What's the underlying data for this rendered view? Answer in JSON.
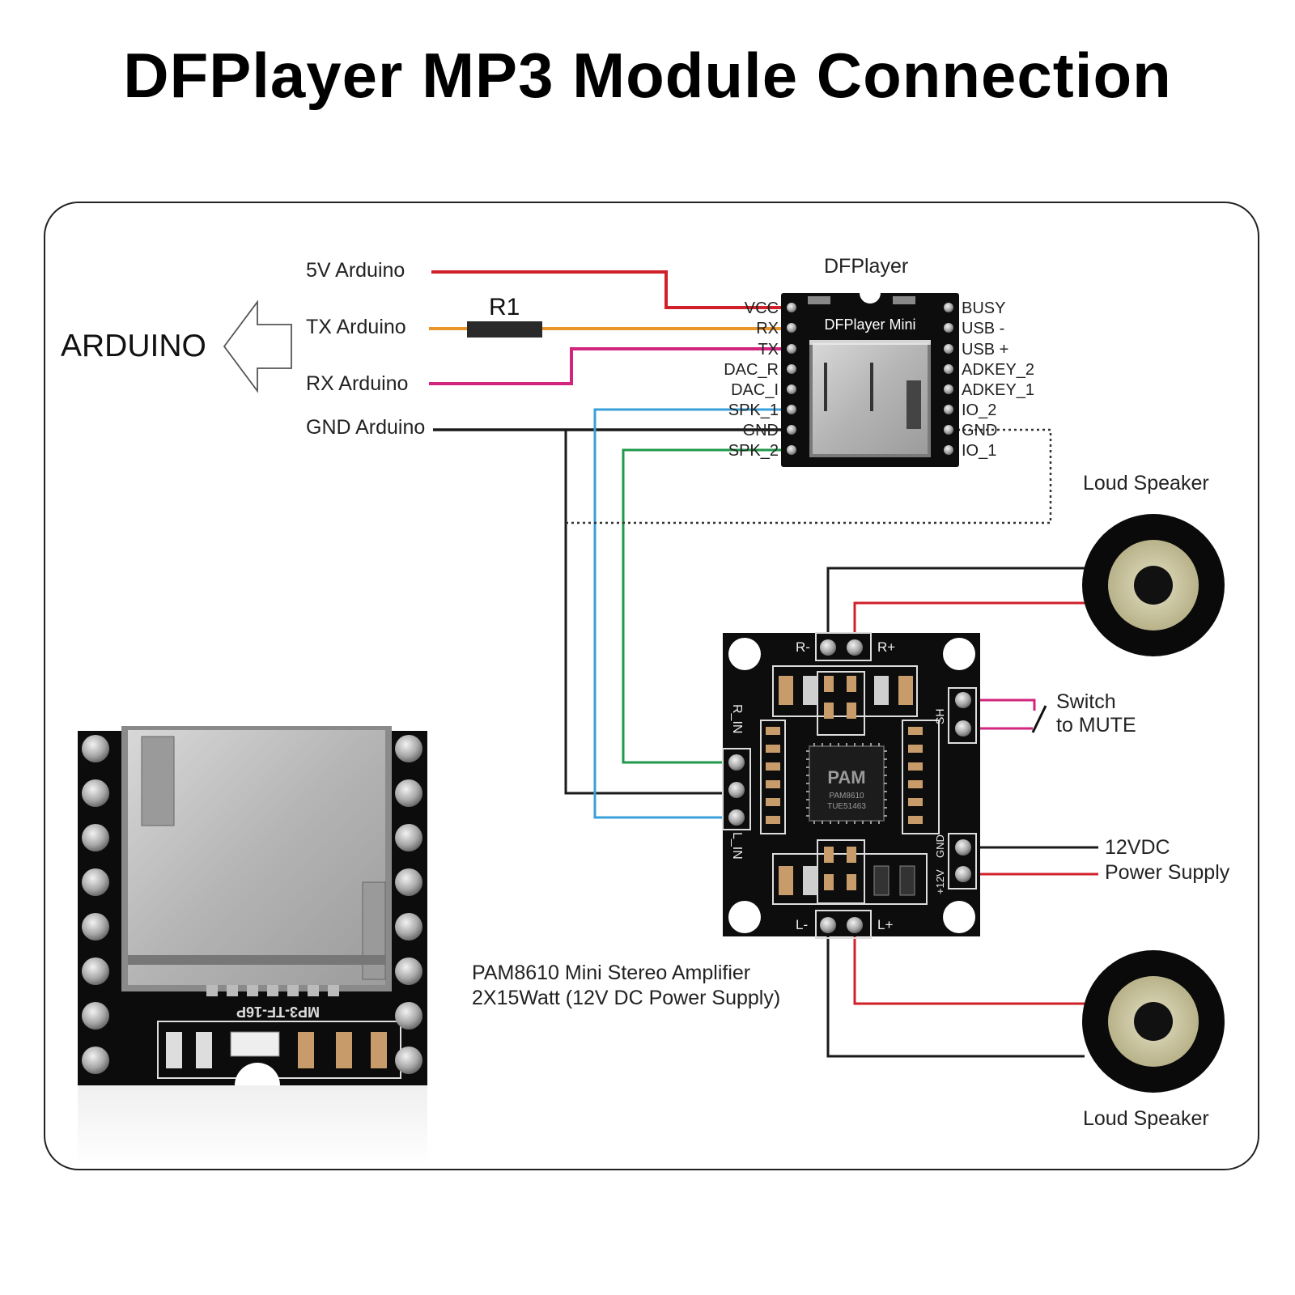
{
  "title": "DFPlayer MP3 Module Connection",
  "arduino": {
    "label": "ARDUINO",
    "connections": [
      "5V Arduino",
      "TX Arduino",
      "RX Arduino",
      "GND Arduino"
    ]
  },
  "resistor": {
    "label": "R1"
  },
  "dfplayer": {
    "title": "DFPlayer",
    "board_label": "DFPlayer Mini",
    "left_pins": [
      "VCC",
      "RX",
      "TX",
      "DAC_R",
      "DAC_I",
      "SPK_1",
      "GND",
      "SPK_2"
    ],
    "right_pins": [
      "BUSY",
      "USB -",
      "USB +",
      "ADKEY_2",
      "ADKEY_1",
      "IO_2",
      "GND",
      "IO_1"
    ]
  },
  "amplifier": {
    "chip_brand": "PAM",
    "chip_model": "PAM8610",
    "chip_code": "TUE51463",
    "pins": {
      "r_minus": "R-",
      "r_plus": "R+",
      "l_minus": "L-",
      "l_plus": "L+",
      "r_in": "R_IN",
      "l_in": "L_IN",
      "sh": "SH",
      "gnd": "GND",
      "v12": "+12V"
    },
    "caption_line1": "PAM8610 Mini Stereo Amplifier",
    "caption_line2": "2X15Watt (12V DC Power Supply)"
  },
  "switch": {
    "line1": "Switch",
    "line2": "to MUTE"
  },
  "power": {
    "line1": "12VDC",
    "line2": "Power Supply"
  },
  "speakers": {
    "top_label": "Loud Speaker",
    "bottom_label": "Loud Speaker"
  },
  "module_photo": {
    "silkscreen": "MP3-TF-16P"
  },
  "colors": {
    "vcc_wire": "#d0202a",
    "tx_wire": "#e8962a",
    "rx_wire": "#d2267e",
    "gnd_wire": "#1a1a1a",
    "spk1_wire": "#3aa0d8",
    "spk2_wire": "#1f9a4a",
    "board": "#0d0d0d"
  }
}
